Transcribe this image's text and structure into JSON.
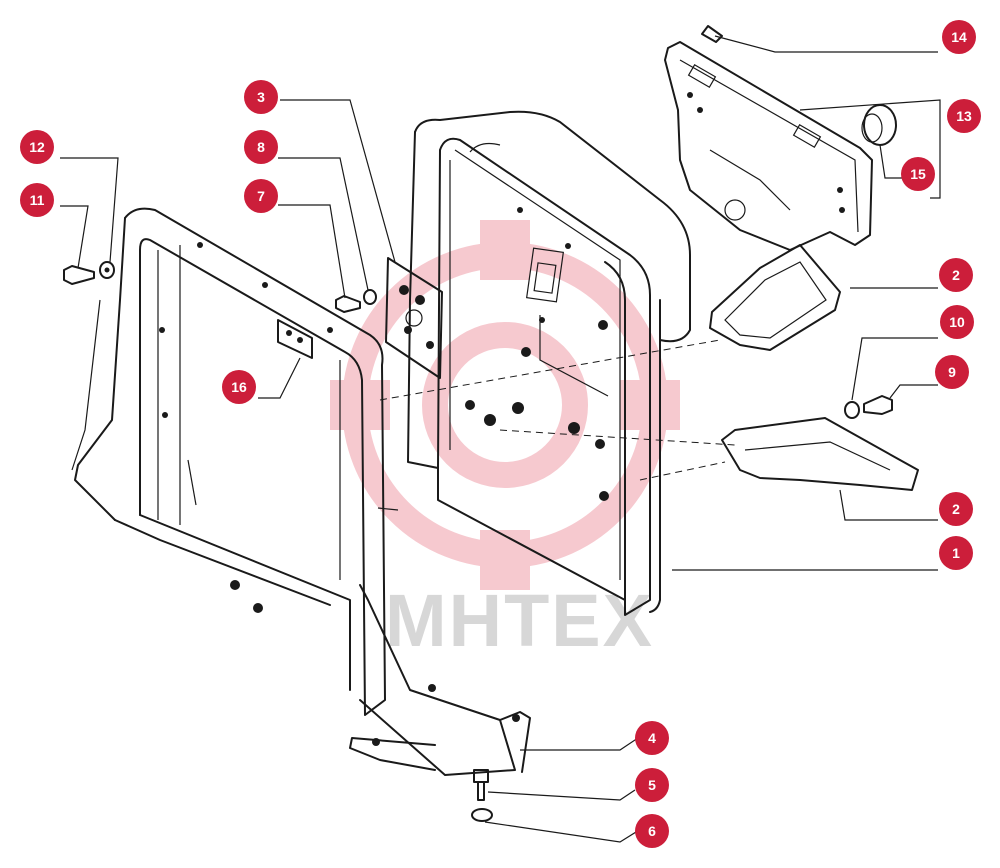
{
  "watermark": {
    "text": "МНТЕХ",
    "logo_color": "#f6c9cf",
    "text_color": "#d7d7d7"
  },
  "callout_color": "#cc1e3a",
  "callouts": [
    {
      "id": "1",
      "label": "1"
    },
    {
      "id": "2a",
      "label": "2"
    },
    {
      "id": "2b",
      "label": "2"
    },
    {
      "id": "3",
      "label": "3"
    },
    {
      "id": "4",
      "label": "4"
    },
    {
      "id": "5",
      "label": "5"
    },
    {
      "id": "6",
      "label": "6"
    },
    {
      "id": "7",
      "label": "7"
    },
    {
      "id": "8",
      "label": "8"
    },
    {
      "id": "9",
      "label": "9"
    },
    {
      "id": "10",
      "label": "10"
    },
    {
      "id": "11",
      "label": "11"
    },
    {
      "id": "12",
      "label": "12"
    },
    {
      "id": "13",
      "label": "13"
    },
    {
      "id": "14",
      "label": "14"
    },
    {
      "id": "15",
      "label": "15"
    },
    {
      "id": "16",
      "label": "16"
    }
  ]
}
